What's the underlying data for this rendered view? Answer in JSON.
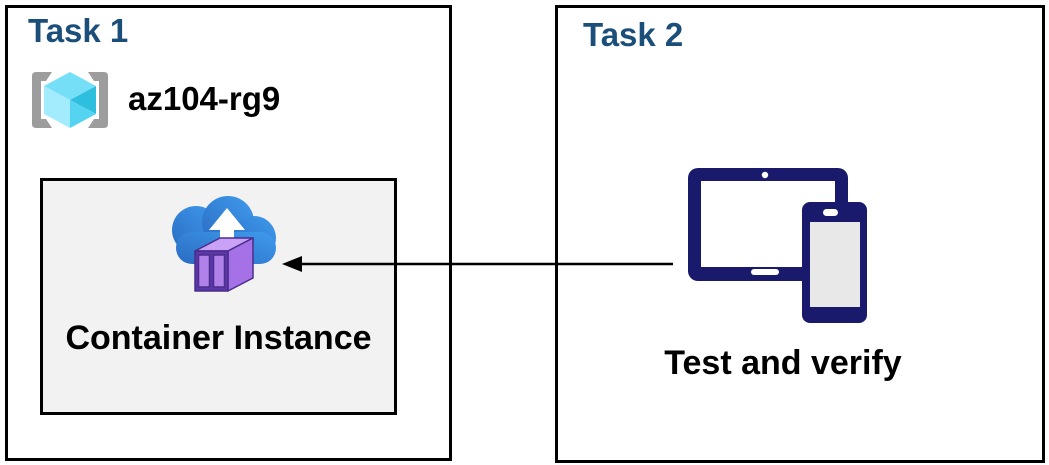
{
  "task1": {
    "title": "Task 1",
    "resource_group_name": "az104-rg9",
    "container_instance_label": "Container Instance"
  },
  "task2": {
    "title": "Task 2",
    "devices_label": "Test and verify"
  },
  "icons": {
    "resource_group": "resource-group-icon",
    "container_instance": "container-instance-icon",
    "devices": "tablet-and-phone-icon",
    "connector": "left-arrow-connector"
  },
  "colors": {
    "title_text": "#1b4e79",
    "body_text": "#000000",
    "panel_border": "#000000",
    "panel_bg": "#ffffff",
    "inner_box_bg": "#f2f2f2",
    "device_navy": "#1a1a6c",
    "device_screen_gray": "#e8e8e8",
    "cloud_blue_dark": "#2a6cc2",
    "cloud_blue_light": "#3f9bee",
    "container_frame_purple": "#5c37a6",
    "container_door_purple": "#b181ea",
    "container_top_purple": "#c9a2f5",
    "container_side_purple": "#a571e6",
    "cube_top_cyan": "#76dff8",
    "cube_left_cyan": "#a2ecfd",
    "cube_right_dark_cyan": "#2ebede",
    "cube_right_light_cyan": "#55d4f1",
    "bracket_gray": "#9d9d9d",
    "arrow_black": "#000000"
  }
}
